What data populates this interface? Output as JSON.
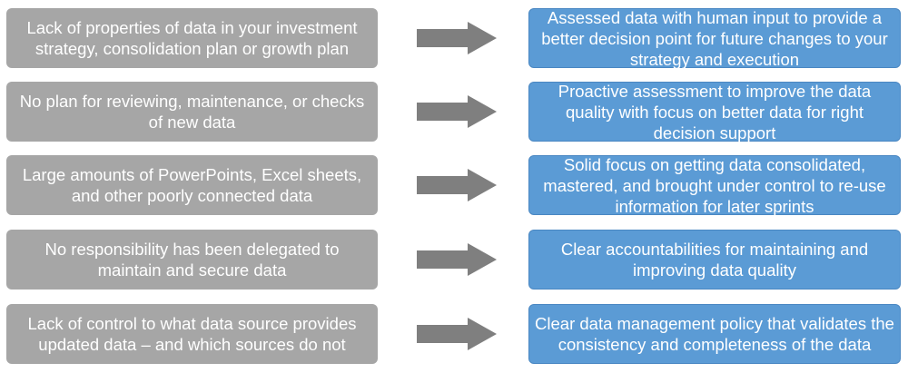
{
  "rows": [
    {
      "problem": "Lack of properties of data in your investment strategy, consolidation plan or growth plan",
      "solution": "Assessed data with human input to provide a better decision point for future changes to your strategy and execution"
    },
    {
      "problem": "No plan for reviewing, maintenance, or checks of new data",
      "solution": "Proactive assessment to improve the data quality with focus on better data for right decision support"
    },
    {
      "problem": "Large amounts of PowerPoints, Excel sheets, and other poorly connected data",
      "solution": "Solid focus on getting data consolidated, mastered, and brought under control to re-use information for later sprints"
    },
    {
      "problem": "No responsibility has been delegated to maintain and secure data",
      "solution": "Clear accountabilities for maintaining and improving data quality"
    },
    {
      "problem": "Lack of control to what data source provides updated data – and which sources do not",
      "solution": "Clear data management policy that validates the consistency and completeness of the data"
    }
  ],
  "colors": {
    "problem_box": "#a6a6a6",
    "solution_box": "#5b9bd5",
    "arrow": "#7f7f7f",
    "text": "#ffffff"
  },
  "icons": {
    "arrow": "right-arrow-icon"
  }
}
